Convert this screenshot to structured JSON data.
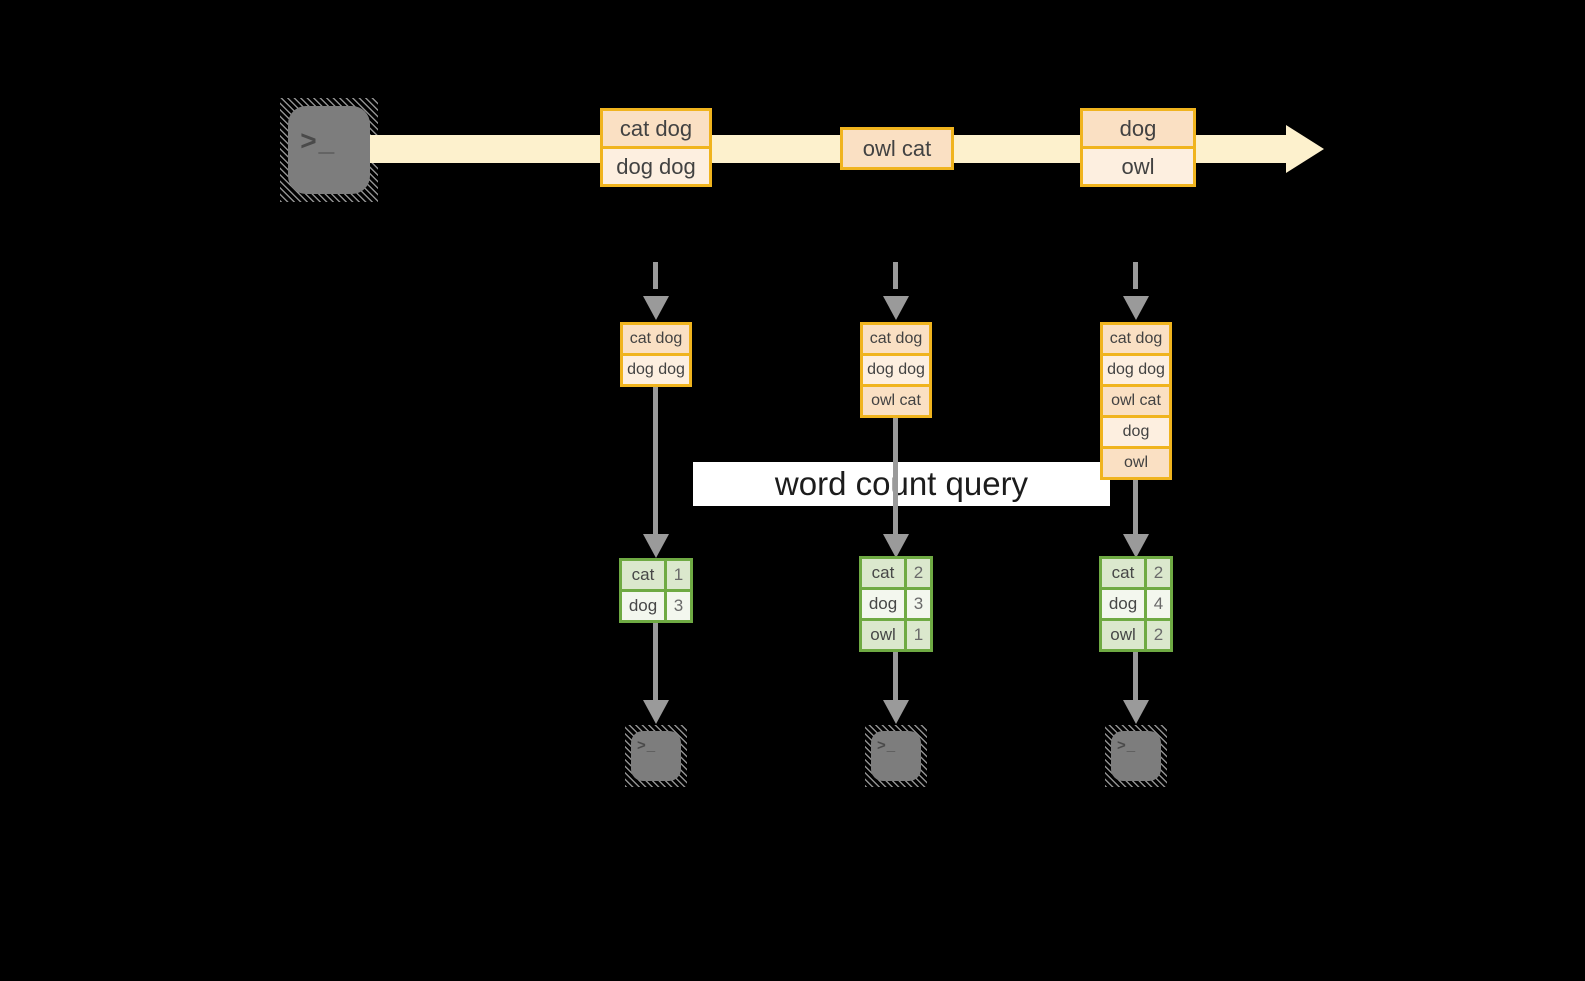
{
  "query": {
    "label": "word count query"
  },
  "source_terminal": {
    "icon": "terminal",
    "glyph": ">_"
  },
  "stream": {
    "batches": [
      {
        "records": [
          "cat dog",
          "dog dog"
        ]
      },
      {
        "records": [
          "owl cat"
        ]
      },
      {
        "records": [
          "dog",
          "owl"
        ]
      }
    ]
  },
  "columns": [
    {
      "state_records": [
        "cat dog",
        "dog dog"
      ],
      "counts": [
        [
          "cat",
          "1"
        ],
        [
          "dog",
          "3"
        ]
      ],
      "terminal_glyph": ">_"
    },
    {
      "state_records": [
        "cat dog",
        "dog dog",
        "owl cat"
      ],
      "counts": [
        [
          "cat",
          "2"
        ],
        [
          "dog",
          "3"
        ],
        [
          "owl",
          "1"
        ]
      ],
      "terminal_glyph": ">_"
    },
    {
      "state_records": [
        "cat dog",
        "dog dog",
        "owl cat",
        "dog",
        "owl"
      ],
      "counts": [
        [
          "cat",
          "2"
        ],
        [
          "dog",
          "4"
        ],
        [
          "owl",
          "2"
        ]
      ],
      "terminal_glyph": ">_"
    }
  ],
  "colors": {
    "background": "#000000",
    "stream_band": "#fdf1cd",
    "record_border": "#f0b41e",
    "record_fill_peach": "#fae0c3",
    "record_fill_cream": "#fdefe0",
    "table_border": "#6faa43",
    "table_fill_green": "#dbe8cd",
    "table_fill_white": "#f3f7ee",
    "arrow_gray": "#9a9a9a",
    "terminal_gray": "#7d7d7d",
    "query_bg": "#ffffff"
  }
}
